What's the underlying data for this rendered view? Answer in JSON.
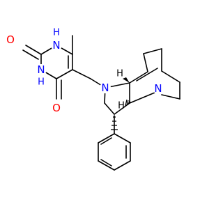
{
  "molecule": {
    "atoms": {
      "n1": {
        "symbol": "N",
        "h": "H"
      },
      "n3": {
        "symbol": "N",
        "h": "H"
      },
      "o2": {
        "symbol": "O"
      },
      "o4": {
        "symbol": "O"
      },
      "n_pyrrolidine": {
        "symbol": "N"
      },
      "n_bridgehead": {
        "symbol": "N"
      },
      "h_stereo_1": {
        "symbol": "H"
      },
      "h_stereo_2": {
        "symbol": "H"
      }
    }
  },
  "colors": {
    "bond": "#000000",
    "nitrogen": "#0000ff",
    "oxygen": "#ff0000",
    "carbon": "#000000"
  }
}
